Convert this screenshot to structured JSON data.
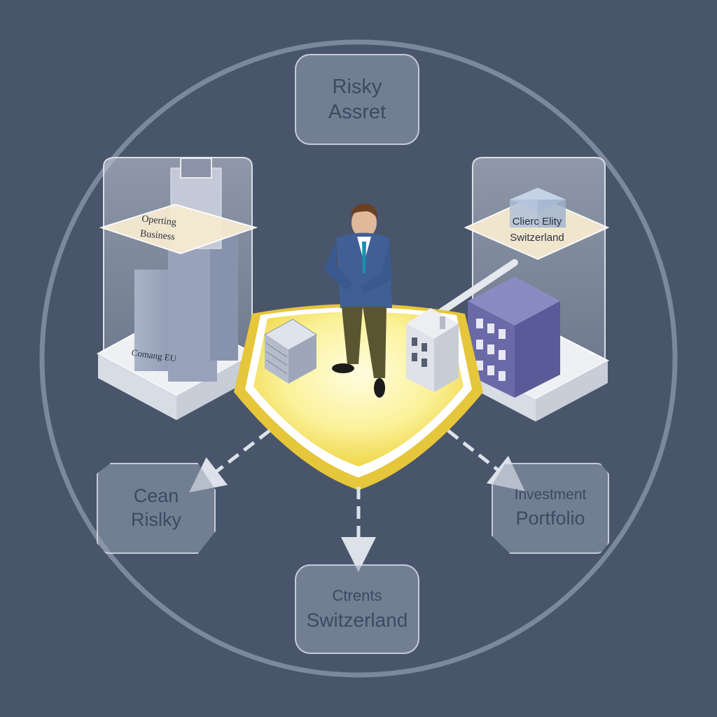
{
  "top_box": {
    "line1": "Risky",
    "line2": "Assret"
  },
  "left_box": {
    "line1": "Cean",
    "line2": "Rislky"
  },
  "right_box": {
    "line1": "Investment",
    "line2": "Portfolio"
  },
  "bottom_box": {
    "line1": "Ctrents",
    "line2": "Switzerland"
  },
  "left_pillar": {
    "upper_line1": "Operting",
    "upper_line2": "Business",
    "base_label": "Comang EU"
  },
  "right_pillar": {
    "upper_line1": "Clierc Elity",
    "upper_line2": "Switzerland"
  },
  "colors": {
    "background": "#48556b",
    "box_fill": "#9aa3b3",
    "shield_gold": "#f2d24a",
    "shield_glow": "#fbf6a8",
    "purple_building": "#6a6aa8"
  },
  "icons": [
    "businessman-figure",
    "skyscraper-icon",
    "server-stack-icon",
    "office-building-icon",
    "purple-building-icon",
    "shield-platform"
  ]
}
